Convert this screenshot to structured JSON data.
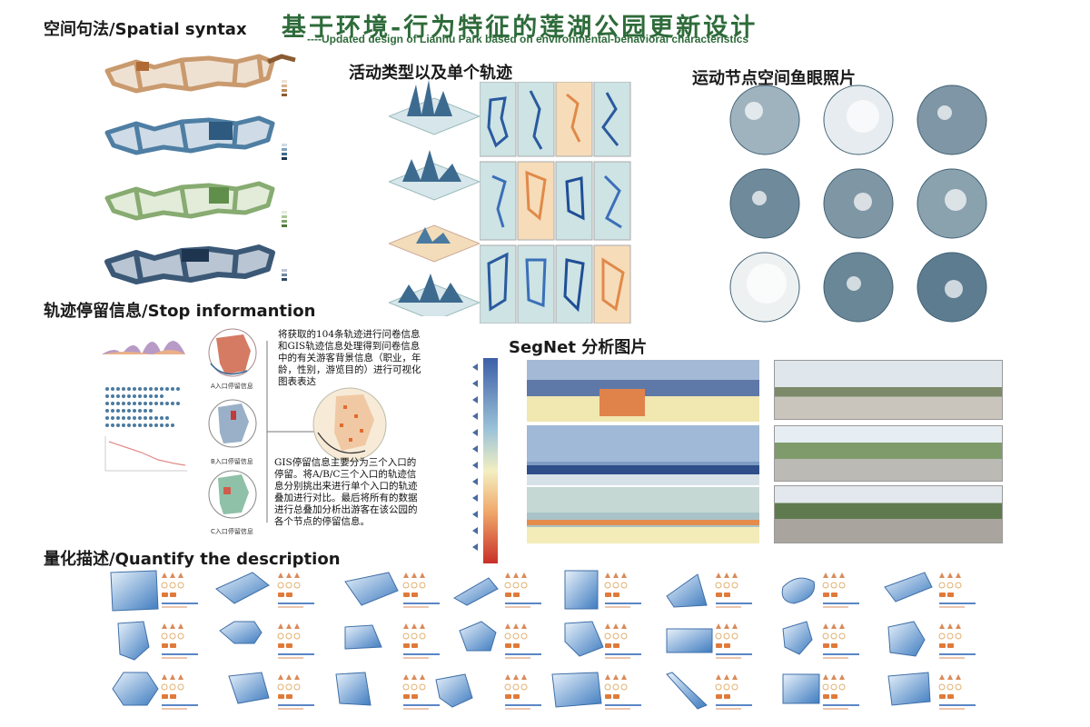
{
  "header": {
    "title_cn": "基于环境-行为特征的莲湖公园更新设计",
    "title_en": "----Updated design of Lianhu Park based on environmental-behavioral characteristics"
  },
  "sections": {
    "spatial_syntax": "空间句法/Spatial syntax",
    "activity": "活动类型以及单个轨迹",
    "fisheye": "运动节点空间鱼眼照片",
    "stop_info": "轨迹停留信息/Stop informantion",
    "segnet": "SegNet 分析图片",
    "quantify": "量化描述/Quantify the description"
  },
  "stop_info": {
    "text1": "将获取的104条轨迹进行问卷信息和GIS轨迹信息处理得到问卷信息中的有关游客背景信息（职业，年龄，性别，游览目的）进行可视化图表表达",
    "text2": "GIS停留信息主要分为三个入口的停留。将A/B/C三个入口的轨迹信息分别挑出来进行单个入口的轨迹叠加进行对比。最后将所有的数据进行总叠加分析出游客在该公园的各个节点的停留信息。",
    "label_a": "A入口停留信息",
    "label_b": "B入口停留信息",
    "label_c": "C入口停留信息"
  },
  "colors": {
    "title_green": "#2e6b3a",
    "map_brown": "#b8865b",
    "map_blue": "#3f6c8e",
    "map_green": "#7fa36a",
    "map_navy": "#2f4a66",
    "accent_orange": "#e07a3a"
  }
}
